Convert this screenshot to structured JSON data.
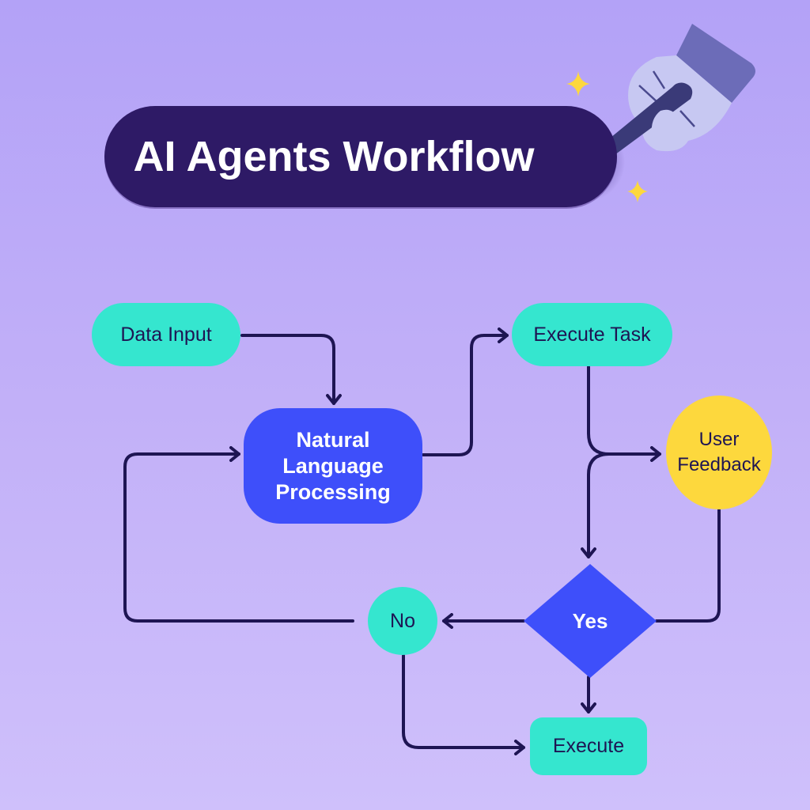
{
  "title": "AI Agents Workflow",
  "illustration": {
    "icon": "robot-hand-holding-pen-icon",
    "sparkles": [
      "sparkle-icon",
      "sparkle-icon"
    ]
  },
  "nodes": {
    "data_input": "Data Input",
    "nlp": [
      "Natural",
      "Language",
      "Processing"
    ],
    "execute_task": "Execute Task",
    "user_feedback": [
      "User",
      "Feedback"
    ],
    "decision": "Yes",
    "no": "No",
    "execute": "Execute"
  },
  "edges": [
    {
      "from": "Data Input",
      "to": "Natural Language Processing"
    },
    {
      "from": "Natural Language Processing",
      "to": "Execute Task"
    },
    {
      "from": "Execute Task",
      "to": "User Feedback"
    },
    {
      "from": "Execute Task",
      "to": "Yes"
    },
    {
      "from": "User Feedback",
      "to": "Yes"
    },
    {
      "from": "Yes",
      "to": "No"
    },
    {
      "from": "Yes",
      "to": "Execute"
    },
    {
      "from": "No",
      "to": "Execute"
    },
    {
      "from": "No",
      "to": "Natural Language Processing"
    }
  ],
  "colors": {
    "background": "#b9a8f8",
    "title_pill": "#2e1a66",
    "teal": "#35e6cf",
    "blue": "#3e4ffa",
    "yellow": "#fdd83d",
    "line": "#1e1553",
    "sparkle": "#fdd83d",
    "pen_tip": "#7ee62a"
  }
}
